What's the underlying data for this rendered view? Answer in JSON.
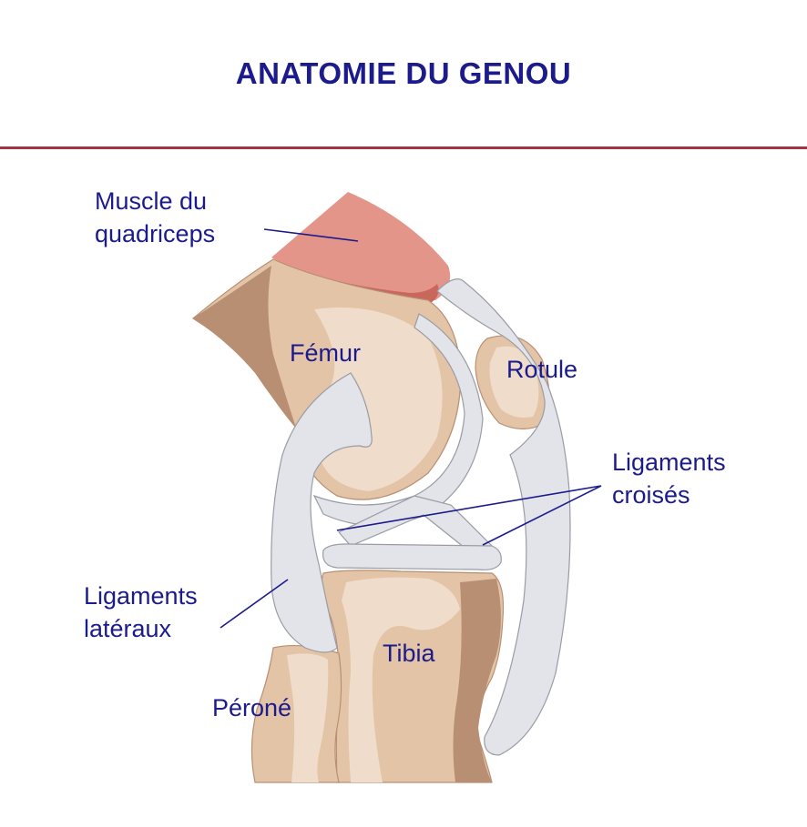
{
  "title": "ANATOMIE DU GENOU",
  "colors": {
    "title": "#1c1b8c",
    "rule": "#a3343e",
    "label": "#1c1b8c",
    "leader": "#1c1b8c",
    "muscle": "#e3958a",
    "muscle_dark": "#c9675c",
    "bone_light": "#efdcca",
    "bone_mid": "#e3c4a6",
    "bone_dark": "#b98f73",
    "ligament": "#e2e4ea",
    "ligament_outline": "#9a9ca4"
  },
  "labels": {
    "quadriceps_line1": "Muscle du",
    "quadriceps_line2": "quadriceps",
    "femur": "Fémur",
    "rotule": "Rotule",
    "croises_line1": "Ligaments",
    "croises_line2": "croisés",
    "lateraux_line1": "Ligaments",
    "lateraux_line2": "latéraux",
    "tibia": "Tibia",
    "perone": "Péroné"
  }
}
